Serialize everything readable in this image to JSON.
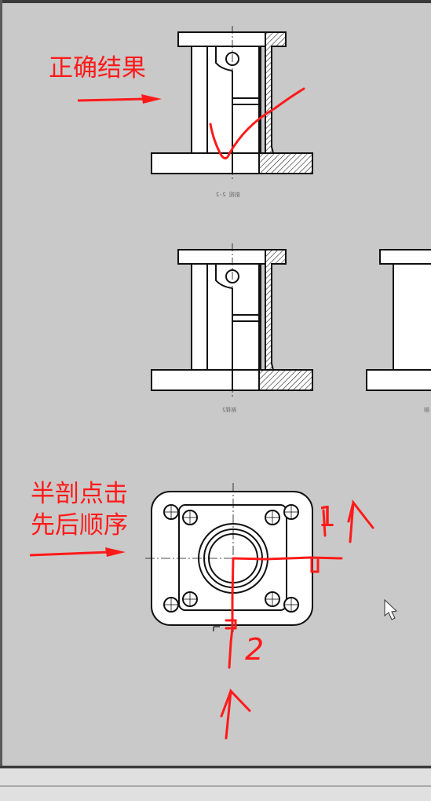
{
  "annotations": {
    "correct_result": "正确结果",
    "half_section_line1": "半剖点击",
    "half_section_line2": "先后顺序",
    "step_1": "1",
    "step_2": "2"
  },
  "captions": {
    "view_top": "剖视 2-2",
    "view_middle": "剖视2",
    "view_right": "剖"
  },
  "colors": {
    "annotation": "#ff1a1a",
    "line": "#111111",
    "background": "#c9c9c9"
  },
  "icons": {
    "cursor": "mouse-pointer-icon"
  }
}
